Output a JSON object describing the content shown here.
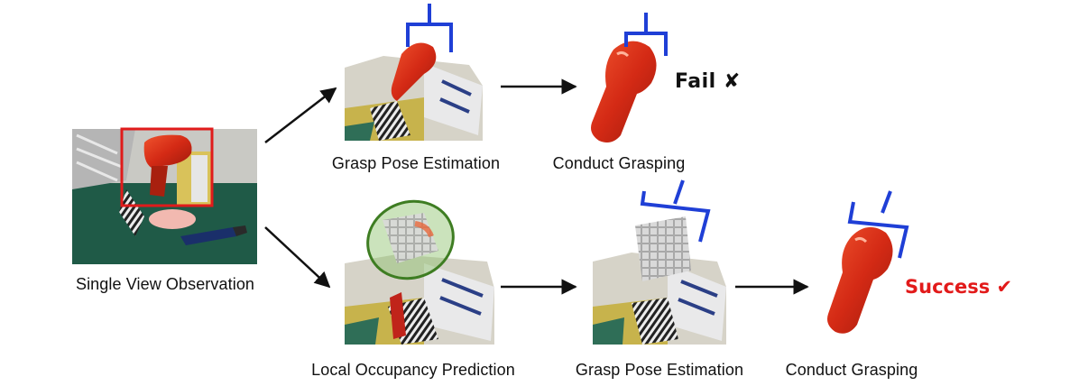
{
  "figure": {
    "captions": {
      "observation": "Single View Observation",
      "top_grasp_pose": "Grasp Pose Estimation",
      "top_conduct": "Conduct Grasping",
      "occupancy": "Local Occupancy Prediction",
      "bottom_grasp_pose": "Grasp Pose Estimation",
      "bottom_conduct": "Conduct Grasping"
    },
    "results": {
      "fail_text": "Fail",
      "fail_mark": "✘",
      "success_text": "Success",
      "success_mark": "✔"
    },
    "colors": {
      "gripper": "#1f3fd6",
      "selection_box": "#e01b1b",
      "object": "#d8301a",
      "occupancy_region": "#8cc06a",
      "arrow": "#111111",
      "success": "#e21a1a"
    },
    "icons": {
      "gripper": "parallel-jaw-gripper-icon",
      "arrow": "right-arrow"
    }
  }
}
